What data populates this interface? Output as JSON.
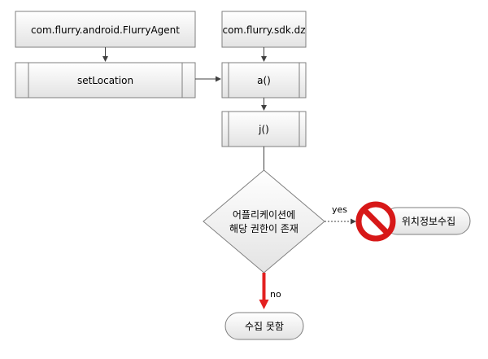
{
  "nodes": {
    "flurry_agent": "com.flurry.android.FlurryAgent",
    "sdk_dz": "com.flurry.sdk.dz",
    "set_location": "setLocation",
    "method_a": "a()",
    "method_j": "j()",
    "decision_line1": "어플리케이션에",
    "decision_line2": "해당 권한이 존재",
    "collect_location": "위치정보수집",
    "not_collected": "수집 못함"
  },
  "edges": {
    "yes_label": "yes",
    "no_label": "no"
  },
  "icons": {
    "prohibited": "prohibited-icon"
  },
  "colors": {
    "box_fill_top": "#ffffff",
    "box_fill_bottom": "#e4e4e4",
    "box_border": "#7f7f7f",
    "arrow": "#404040",
    "no_arrow": "#e32020",
    "prohibited_red": "#d71818"
  }
}
